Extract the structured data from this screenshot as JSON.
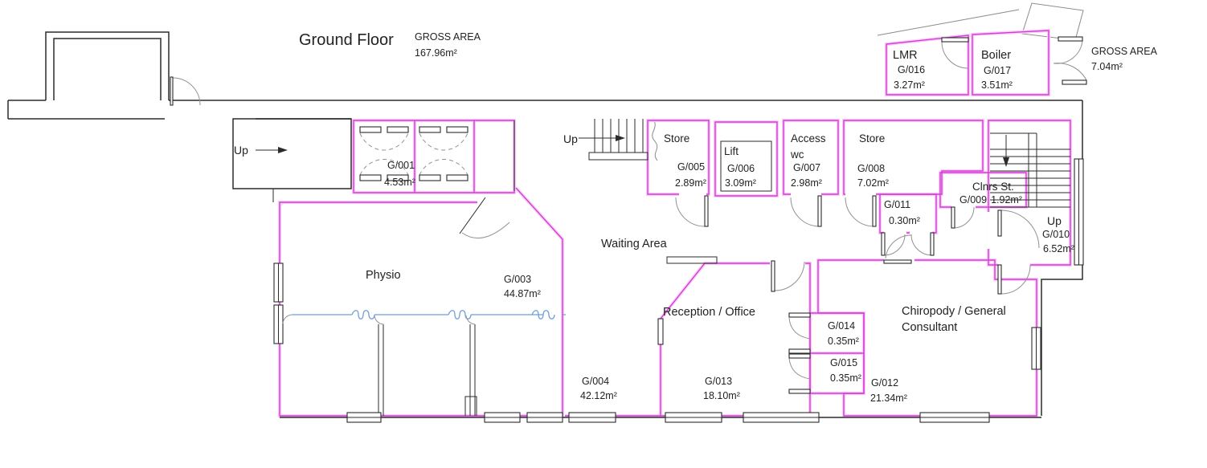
{
  "title": "Ground Floor",
  "gross_area_main": {
    "label": "GROSS AREA",
    "value": "167.96m²"
  },
  "gross_area_secondary": {
    "label": "GROSS AREA",
    "value": "7.04m²"
  },
  "labels": {
    "up_left": "Up",
    "up_stairs": "Up",
    "waiting_area": "Waiting Area"
  },
  "rooms": {
    "g001": {
      "id": "G/001",
      "area": "4.53m²"
    },
    "physio": {
      "name": "Physio",
      "id": "G/003",
      "area": "44.87m²"
    },
    "g004": {
      "id": "G/004",
      "area": "42.12m²"
    },
    "store_g005": {
      "name": "Store",
      "id": "G/005",
      "area": "2.89m²"
    },
    "lift": {
      "name": "Lift",
      "id": "G/006",
      "area": "3.09m²"
    },
    "access_wc": {
      "name_line1": "Access",
      "name_line2": "wc",
      "id": "G/007",
      "area": "2.98m²"
    },
    "store_g008": {
      "name": "Store",
      "id": "G/008",
      "area": "7.02m²"
    },
    "clnrs": {
      "name": "Clnrs St.",
      "id": "G/009",
      "area": "1.92m²"
    },
    "up_g010": {
      "name": "Up",
      "id": "G/010",
      "area": "6.52m²"
    },
    "g011": {
      "id": "G/011",
      "area": "0.30m²"
    },
    "chiropody": {
      "name_line1": "Chiropody / General",
      "name_line2": "Consultant",
      "id": "G/012",
      "area": "21.34m²"
    },
    "reception": {
      "name": "Reception / Office",
      "id": "G/013",
      "area": "18.10m²"
    },
    "g014": {
      "id": "G/014",
      "area": "0.35m²"
    },
    "g015": {
      "id": "G/015",
      "area": "0.35m²"
    },
    "lmr": {
      "name": "LMR",
      "id": "G/016",
      "area": "3.27m²"
    },
    "boiler": {
      "name": "Boiler",
      "id": "G/017",
      "area": "3.51m²"
    }
  },
  "colors": {
    "wall": "#2b2b2b",
    "room_line": "#d63ad6",
    "room_halo": "#f6d0f6",
    "door_arc": "#919191",
    "curtain": "#6b9fd8",
    "outline": "#8a8a8a",
    "text": "#222222",
    "background": "#ffffff"
  }
}
